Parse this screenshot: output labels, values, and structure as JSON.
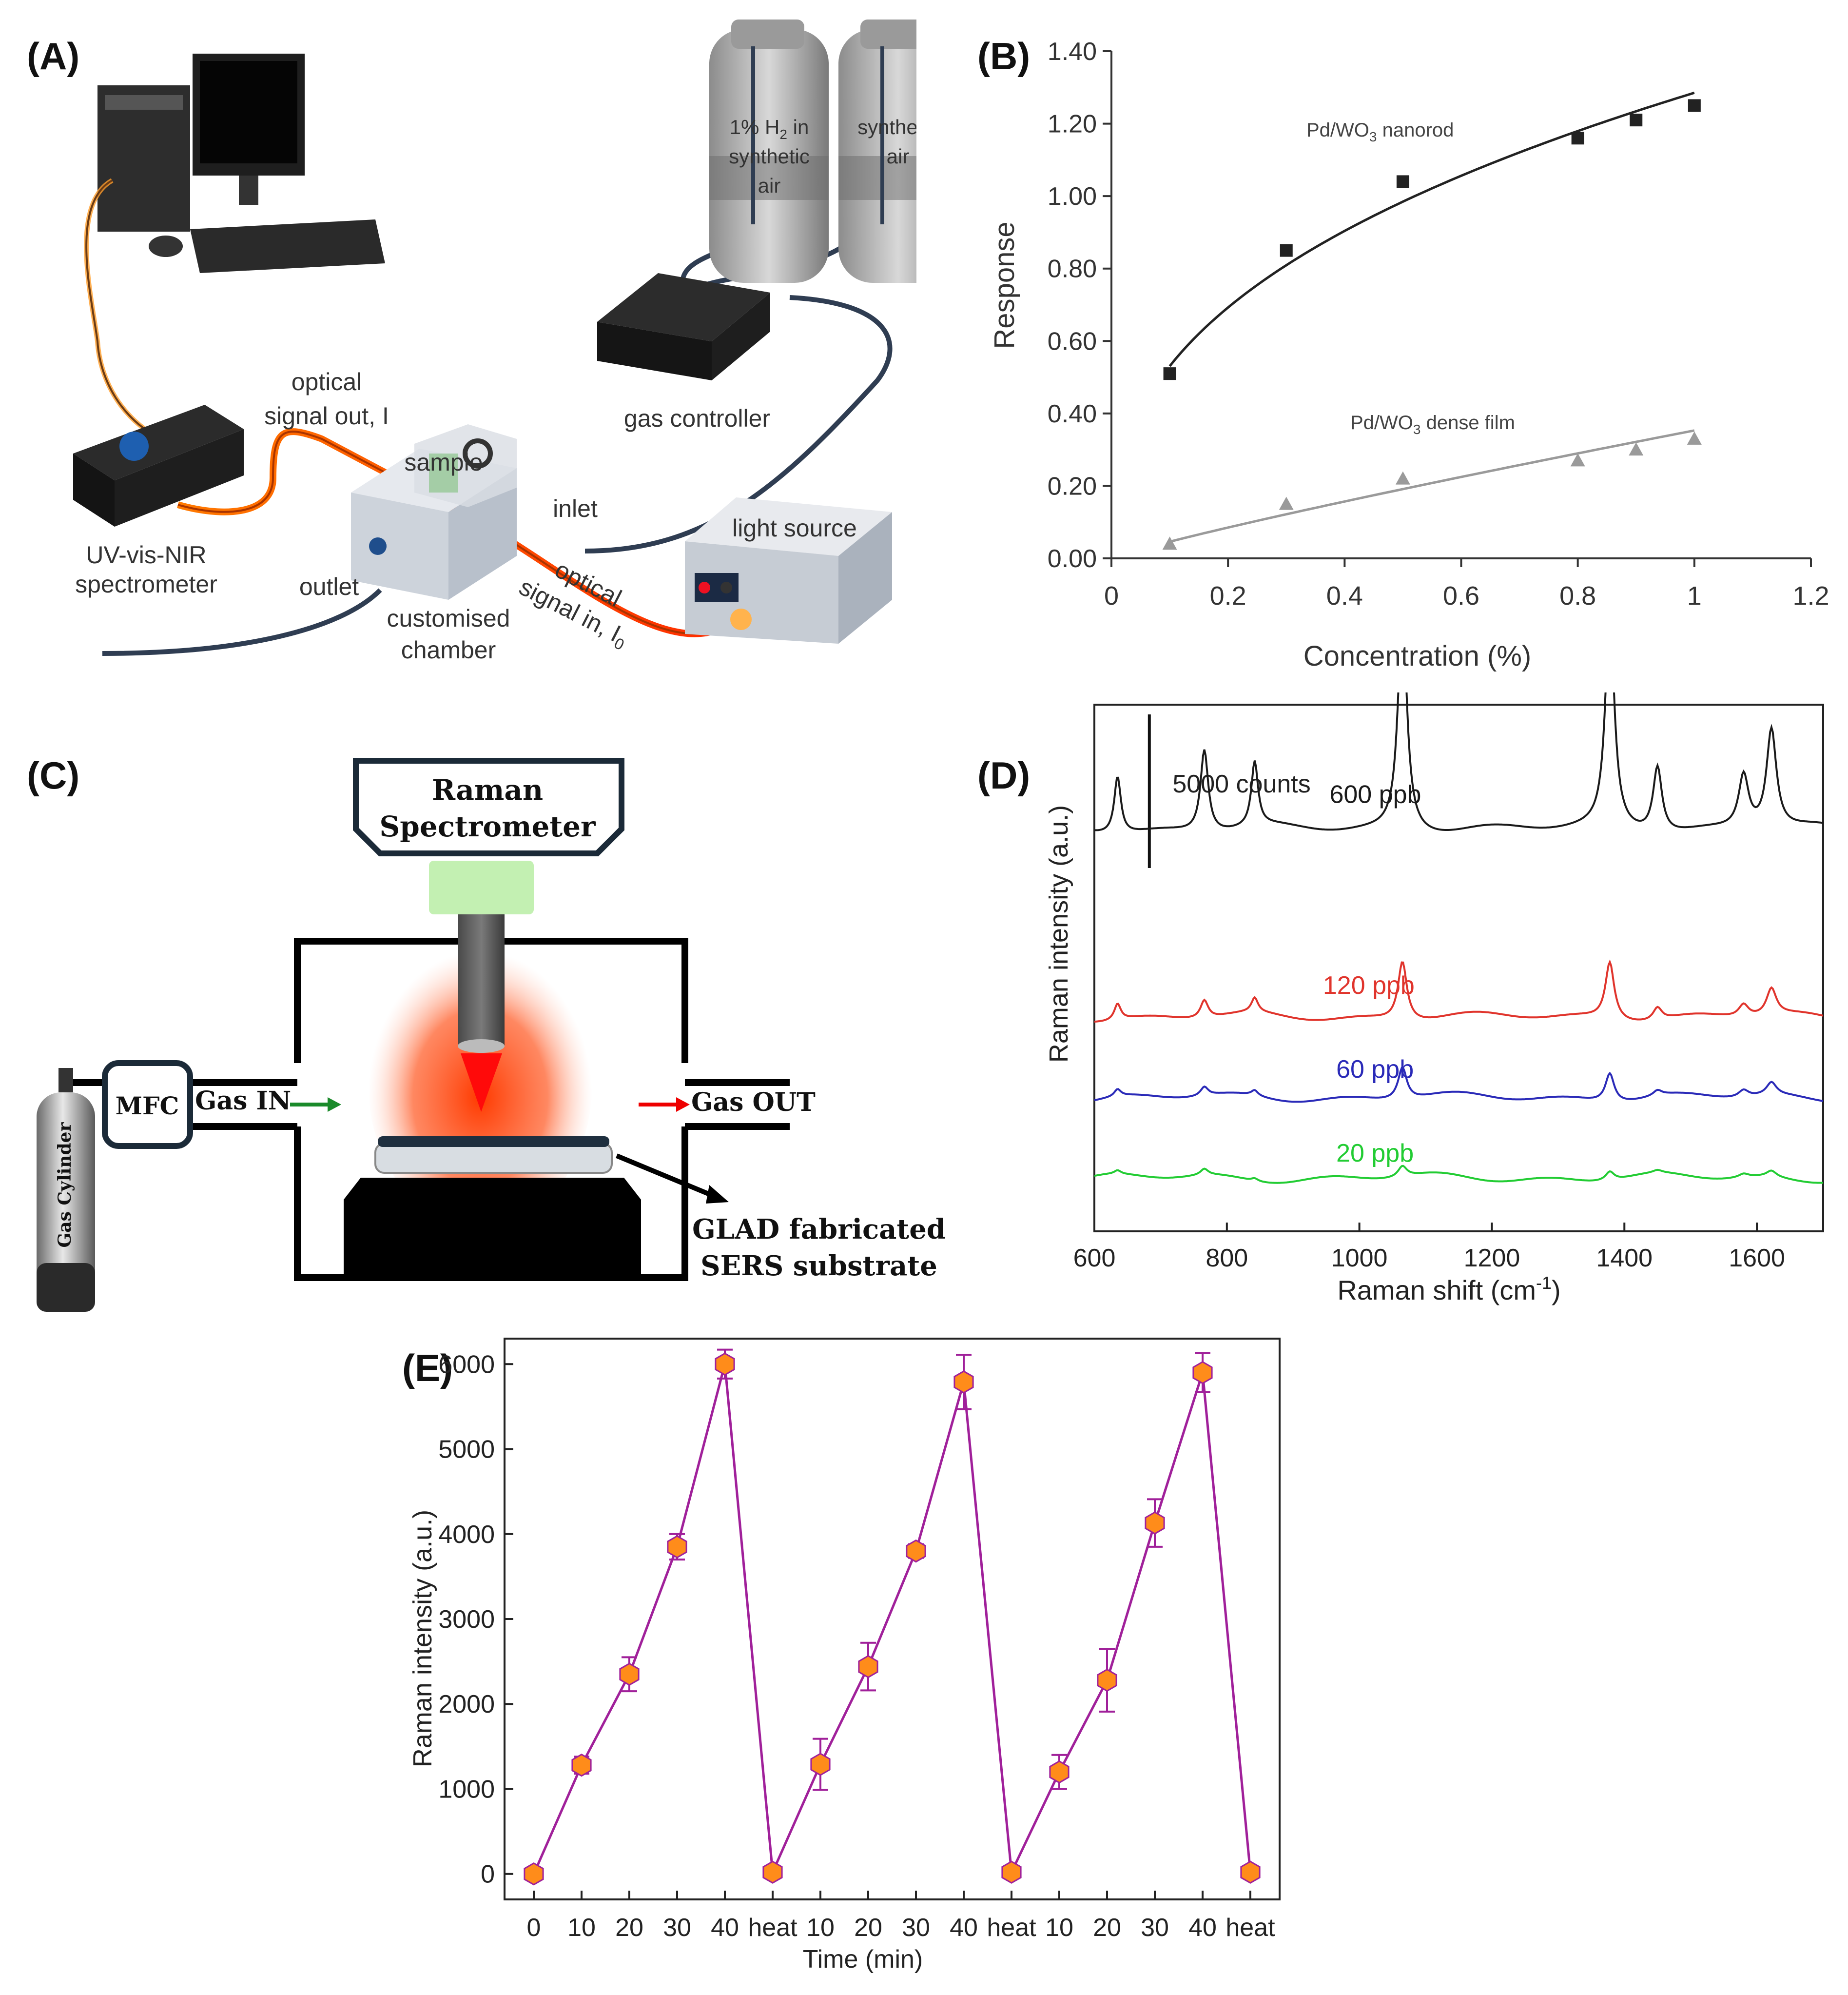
{
  "panels": {
    "a": {
      "label": "(A)",
      "texts": {
        "optical_out_1": "optical",
        "optical_out_2": "signal out, I",
        "sample": "sample",
        "inlet": "inlet",
        "gas_controller": "gas controller",
        "light_source": "light source",
        "spectrometer_1": "UV-vis-NIR",
        "spectrometer_2": "spectrometer",
        "outlet": "outlet",
        "chamber_1": "customised",
        "chamber_2": "chamber",
        "signal_in_1": "optical",
        "signal_in_2": "signal in, I",
        "signal_in_sub": "0",
        "cyl1_l1": "1% H",
        "cyl1_sub": "2",
        "cyl1_l1b": " in",
        "cyl1_l2": "synthetic",
        "cyl1_l3": "air",
        "cyl2_l1": "synthetic",
        "cyl2_l2": "air"
      }
    },
    "b": {
      "label": "(B)"
    },
    "c": {
      "label": "(C)",
      "texts": {
        "raman_1": "Raman",
        "raman_2": "Spectrometer",
        "mfc": "MFC",
        "gas_in": "Gas IN",
        "gas_out": "Gas OUT",
        "cylinder": "Gas Cylinder",
        "glad_1": "GLAD fabricated",
        "glad_2": "SERS substrate"
      }
    },
    "d": {
      "label": "(D)",
      "scale_text": "5000 counts"
    },
    "e": {
      "label": "(E)"
    }
  },
  "colors": {
    "b_nanorod": "#222222",
    "b_dense": "#9a9a9a",
    "d_600": "#1a1a1a",
    "d_120": "#e0342c",
    "d_60": "#2a2ab8",
    "d_20": "#22cc33",
    "e_line": "#a0209a",
    "e_marker": "#ff8c1a"
  },
  "chart_data": [
    {
      "panel": "B",
      "type": "scatter",
      "xlabel": "Concentration (%)",
      "ylabel": "Response",
      "xlim": [
        0,
        1.2
      ],
      "ylim": [
        0,
        1.4
      ],
      "xticks": [
        "0",
        "0.2",
        "0.4",
        "0.6",
        "0.8",
        "1",
        "1.2"
      ],
      "yticks": [
        "0.00",
        "0.20",
        "0.40",
        "0.60",
        "0.80",
        "1.00",
        "1.20",
        "1.40"
      ],
      "series": [
        {
          "name": "Pd/WO3 nanorod",
          "label_main": "Pd/WO",
          "label_sub": "3",
          "label_tail": " nanorod",
          "x": [
            0.1,
            0.3,
            0.5,
            0.8,
            0.9,
            1.0
          ],
          "y": [
            0.51,
            0.85,
            1.04,
            1.16,
            1.21,
            1.25
          ]
        },
        {
          "name": "Pd/WO3 dense film",
          "label_main": "Pd/WO",
          "label_sub": "3",
          "label_tail": " dense film",
          "x": [
            0.1,
            0.3,
            0.5,
            0.8,
            0.9,
            1.0
          ],
          "y": [
            0.04,
            0.15,
            0.22,
            0.27,
            0.3,
            0.33
          ]
        }
      ]
    },
    {
      "panel": "D",
      "type": "line",
      "xlabel": "Raman shift (cm",
      "xlabel_sup": "-1",
      "xlabel_tail": ")",
      "ylabel": "Raman intensity (a.u.)",
      "xlim": [
        600,
        1700
      ],
      "xticks": [
        "600",
        "800",
        "1000",
        "1200",
        "1400",
        "1600"
      ],
      "peaks": [
        {
          "x": 635,
          "w": 6
        },
        {
          "x": 766,
          "w": 7
        },
        {
          "x": 842,
          "w": 6
        },
        {
          "x": 1065,
          "w": 8
        },
        {
          "x": 1378,
          "w": 8
        },
        {
          "x": 1450,
          "w": 8
        },
        {
          "x": 1580,
          "w": 9
        },
        {
          "x": 1622,
          "w": 9
        }
      ],
      "series": [
        {
          "name": "600 ppb",
          "heights": [
            3200,
            4600,
            3600,
            12500,
            12300,
            3700,
            3000,
            5600
          ],
          "baseline": 0
        },
        {
          "name": "120 ppb",
          "heights": [
            900,
            1000,
            800,
            3300,
            3200,
            700,
            700,
            1500
          ],
          "baseline": -10500
        },
        {
          "name": "60 ppb",
          "heights": [
            400,
            500,
            300,
            1800,
            1600,
            300,
            400,
            700
          ],
          "baseline": -15000
        },
        {
          "name": "20 ppb",
          "heights": [
            200,
            350,
            150,
            600,
            500,
            150,
            200,
            350
          ],
          "baseline": -19500
        }
      ]
    },
    {
      "panel": "E",
      "type": "line",
      "xlabel": "Time (min)",
      "ylabel": "Raman intensity (a.u.)",
      "ylim": [
        -300,
        6300
      ],
      "yticks": [
        "0",
        "1000",
        "2000",
        "3000",
        "4000",
        "5000",
        "6000"
      ],
      "categories": [
        "0",
        "10",
        "20",
        "30",
        "40",
        "heat",
        "10",
        "20",
        "30",
        "40",
        "heat",
        "10",
        "20",
        "30",
        "40",
        "heat"
      ],
      "values": [
        0,
        1280,
        2350,
        3850,
        6000,
        20,
        1290,
        2440,
        3800,
        5790,
        20,
        1200,
        2280,
        4130,
        5900,
        20
      ],
      "errors": [
        60,
        100,
        200,
        150,
        170,
        40,
        300,
        280,
        80,
        320,
        40,
        200,
        370,
        280,
        230,
        40
      ]
    }
  ]
}
